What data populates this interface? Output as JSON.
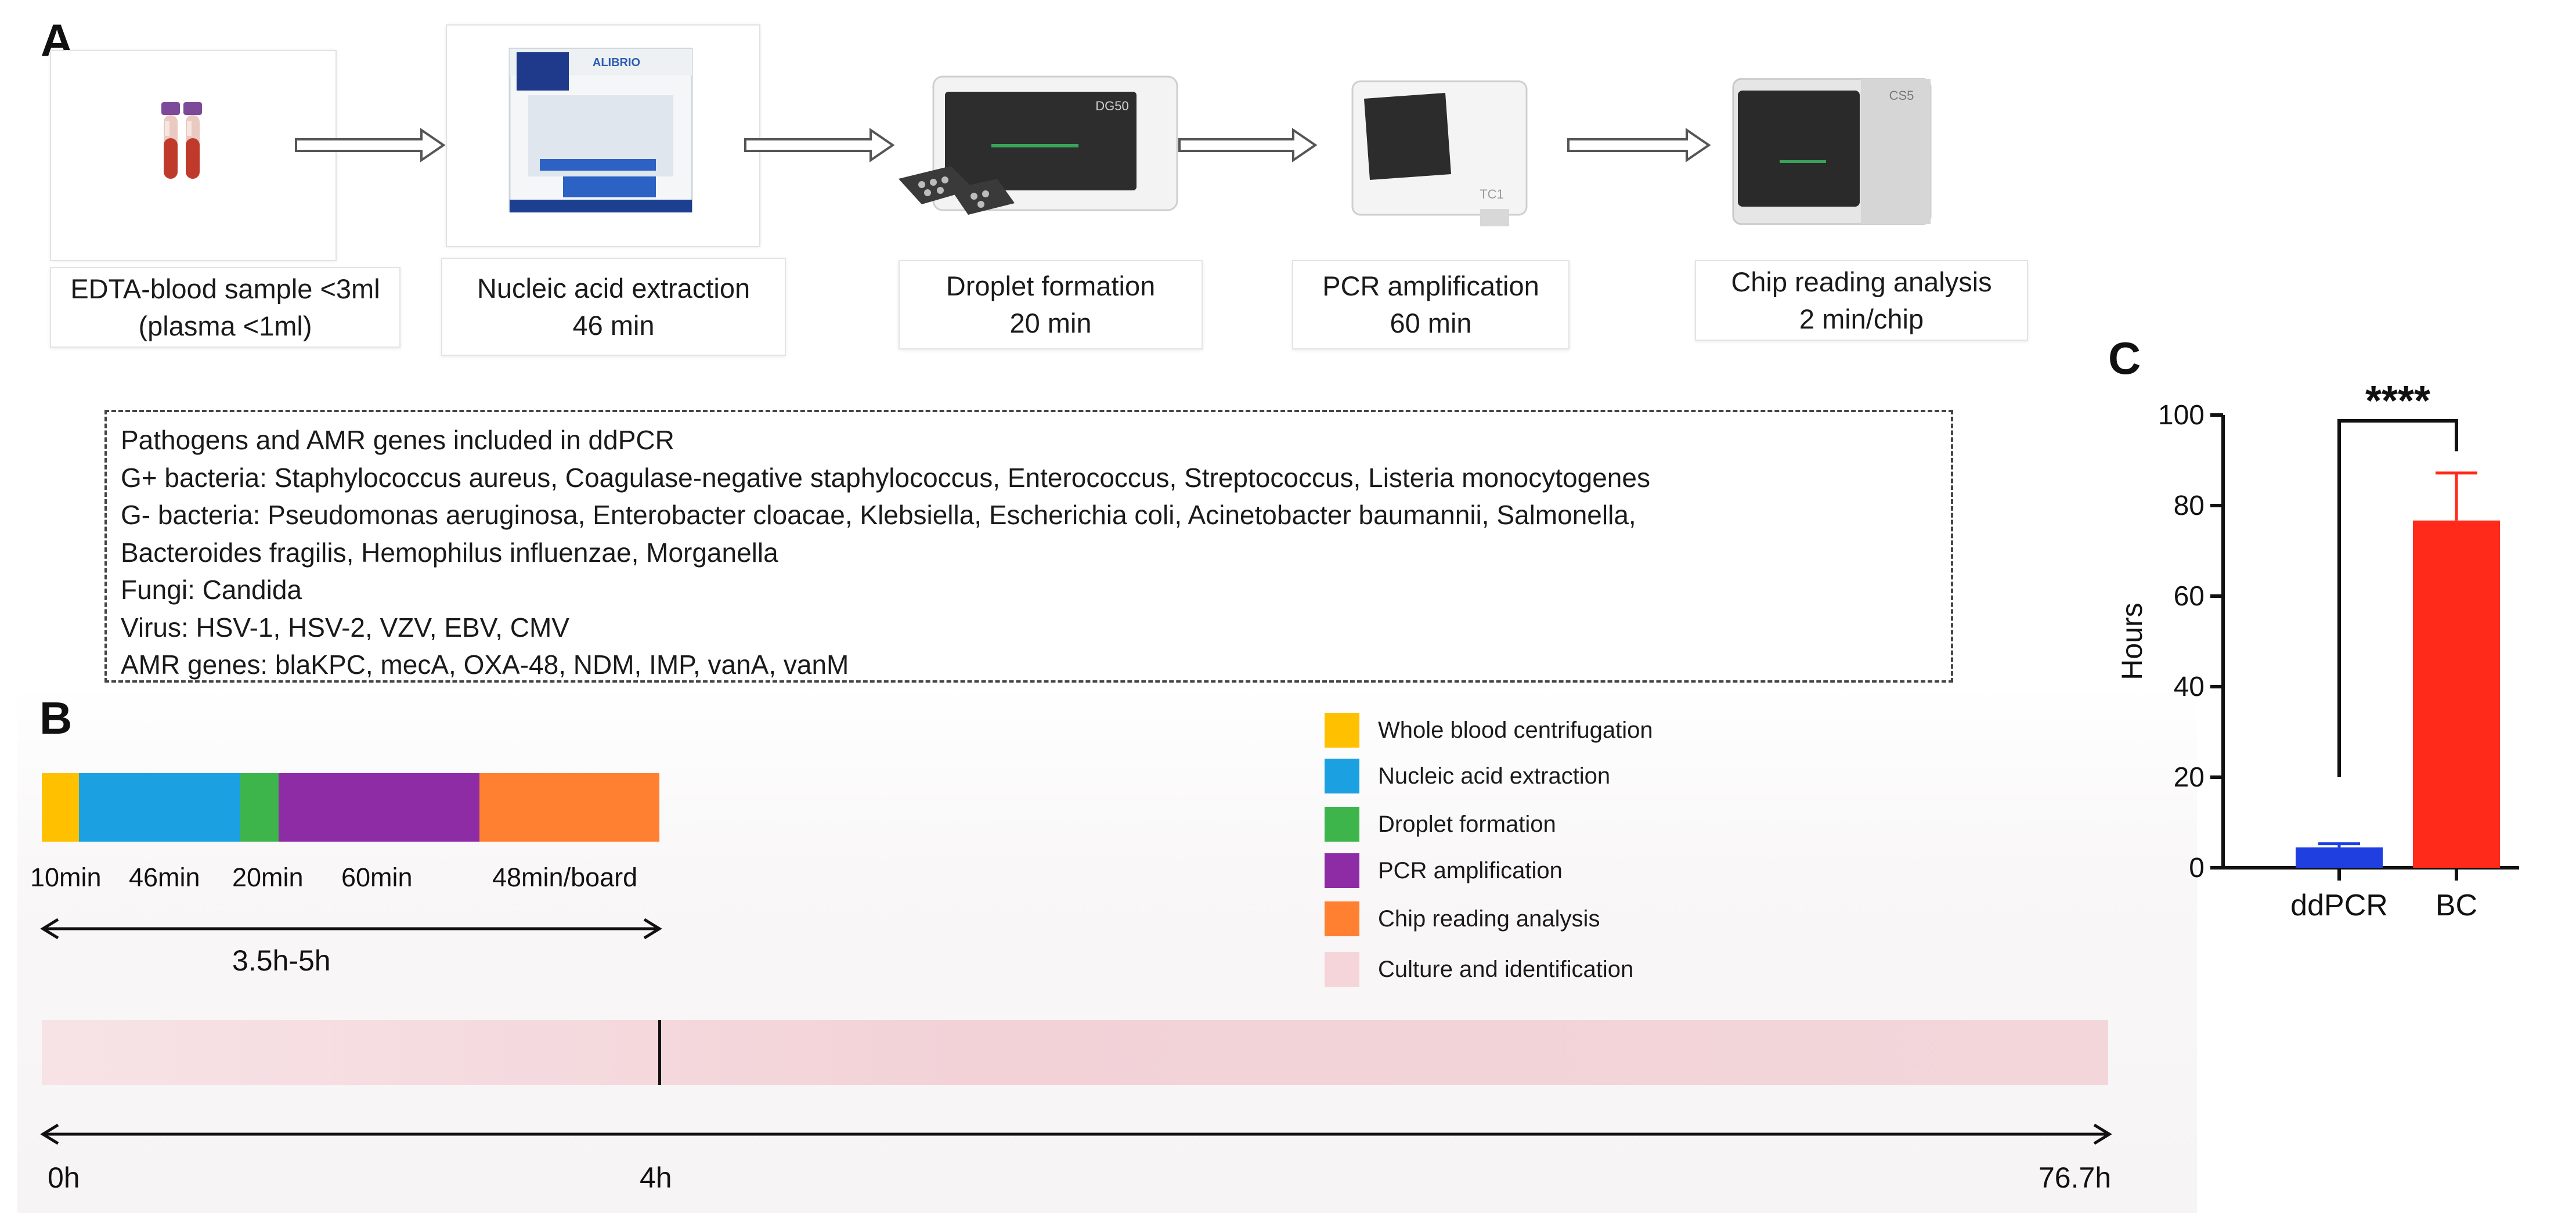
{
  "panels": {
    "a": "A",
    "b": "B",
    "c": "C"
  },
  "workflow": {
    "steps": [
      {
        "line1": "EDTA-blood sample <3ml",
        "line2": "(plasma <1ml)"
      },
      {
        "line1": "Nucleic acid extraction",
        "line2": "46 min"
      },
      {
        "line1": "Droplet formation",
        "line2": "20 min"
      },
      {
        "line1": "PCR amplification",
        "line2": "60 min"
      },
      {
        "line1": "Chip reading analysis",
        "line2": "2 min/chip"
      }
    ],
    "device_labels": {
      "extractor": "ALIBRIO",
      "droplet": "DG50",
      "pcr": "TC1",
      "reader": "CS5"
    }
  },
  "pathogens": {
    "lines": [
      "Pathogens and AMR genes included in ddPCR",
      "G+ bacteria:  Staphylococcus aureus, Coagulase-negative staphylococcus,  Enterococcus, Streptococcus, Listeria monocytogenes",
      "G- bacteria: Pseudomonas aeruginosa,  Enterobacter cloacae, Klebsiella, Escherichia coli, Acinetobacter baumannii, Salmonella,",
      "Bacteroides fragilis, Hemophilus influenzae, Morganella",
      "Fungi: Candida",
      "Virus: HSV-1, HSV-2, VZV, EBV, CMV",
      "AMR genes: blaKPC, mecA, OXA-48, NDM, IMP, vanA, vanM"
    ]
  },
  "timeline": {
    "segments": [
      {
        "label": "10min",
        "color": "#FFC000"
      },
      {
        "label": "46min",
        "color": "#1BA1E2"
      },
      {
        "label": "20min",
        "color": "#3DB54A"
      },
      {
        "label": "60min",
        "color": "#8E2CA6"
      },
      {
        "label": "48min/board",
        "color": "#FF8030"
      }
    ],
    "span_label": "3.5h-5h",
    "legend": [
      {
        "label": "Whole blood centrifugation",
        "color": "#FFC000"
      },
      {
        "label": "Nucleic acid extraction",
        "color": "#1BA1E2"
      },
      {
        "label": "Droplet formation",
        "color": "#3DB54A"
      },
      {
        "label": "PCR amplification",
        "color": "#8E2CA6"
      },
      {
        "label": "Chip reading analysis",
        "color": "#FF8030"
      },
      {
        "label": "Culture and identification",
        "color": "#F5D5DA"
      }
    ],
    "ticks": [
      "0h",
      "4h",
      "76.7h"
    ]
  },
  "chart_data": {
    "type": "bar",
    "categories": [
      "ddPCR",
      "BC"
    ],
    "values": [
      4.5,
      76.7
    ],
    "errors": [
      0.8,
      10.5
    ],
    "colors": [
      "#1F3FE0",
      "#FF2A1A"
    ],
    "ylabel": "Hours",
    "ylim": [
      0,
      100
    ],
    "yticks": [
      0,
      20,
      40,
      60,
      80,
      100
    ],
    "significance": "****",
    "grid": false
  }
}
